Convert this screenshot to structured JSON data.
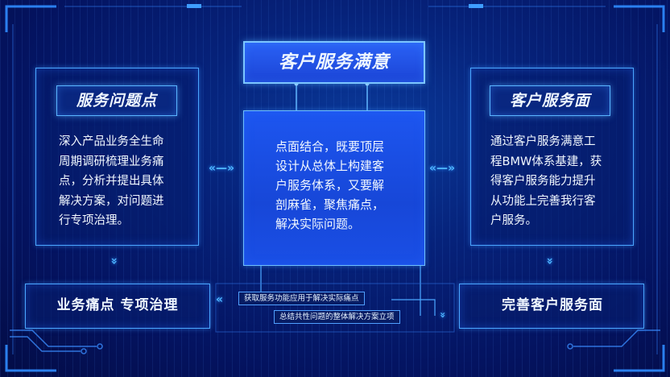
{
  "title": "客户服务满意",
  "left": {
    "tag": "服务问题点",
    "lines": [
      "深入产品业务全生命",
      "周期调研梳理业务痛",
      "点，分析并提出具体",
      "解决方案，对问题进",
      "行专项治理。"
    ],
    "bottom": "业务痛点 专项治理"
  },
  "center": {
    "lines": [
      "点面结合，既要顶层",
      "设计从总体上构建客",
      "户服务体系，又要解",
      "剖麻雀，聚焦痛点，",
      "解决实际问题。"
    ]
  },
  "right": {
    "tag": "客户服务面",
    "lines": [
      "通过客户服务满意工",
      "程BMW体系基建，获",
      "得客户服务能力提升",
      "从功能上完善我行客",
      "户服务。"
    ],
    "bottom": "完善客户服务面"
  },
  "notes": {
    "left": "获取服务功能应用于解决实际痛点",
    "right": "总结共性问题的整体解决方案立项"
  },
  "colors": {
    "accent": "#4aa6ff",
    "center_fill": "#1d56f0",
    "background": "#06227a"
  },
  "icons": {
    "bidirectional": "double-arrow-icon",
    "down": "double-chevron-down-icon",
    "left": "double-chevron-left-icon"
  }
}
